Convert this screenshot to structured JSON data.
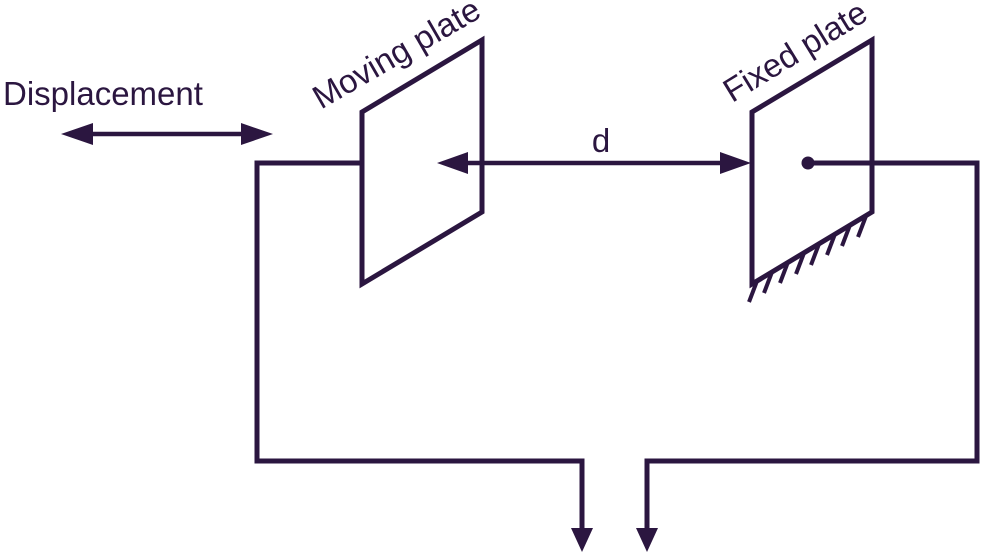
{
  "labels": {
    "displacement": "Displacement",
    "moving_plate": "Moving plate",
    "fixed_plate": "Fixed plate",
    "gap_distance": "d"
  },
  "colors": {
    "ink": "#2b1640",
    "background": "#ffffff"
  }
}
